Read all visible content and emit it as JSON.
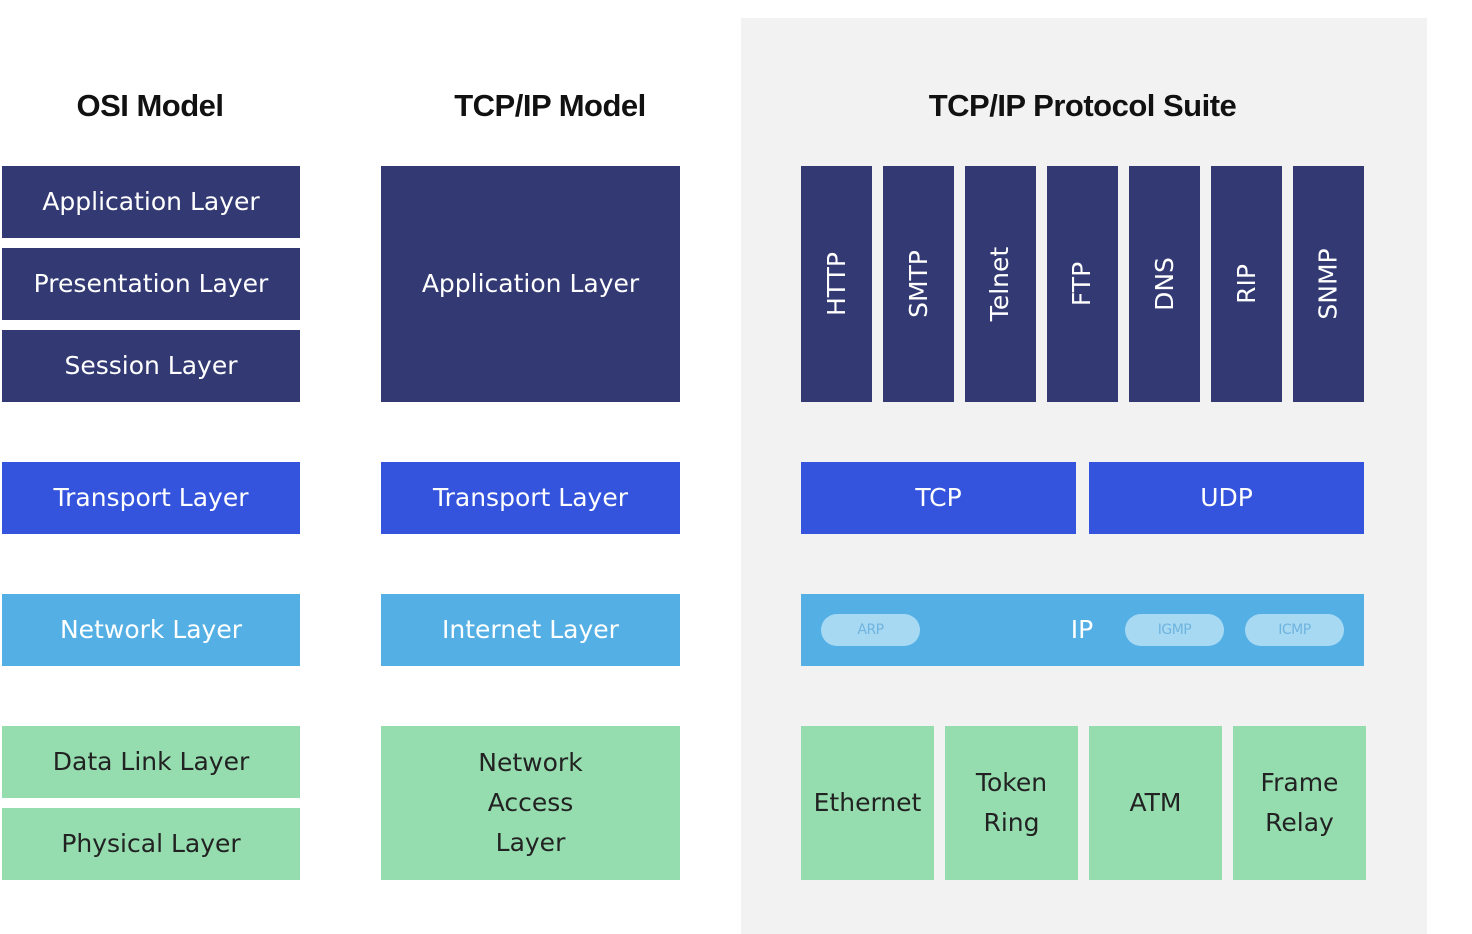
{
  "osi": {
    "title": "OSI Model",
    "application": "Application Layer",
    "presentation": "Presentation Layer",
    "session": "Session Layer",
    "transport": "Transport Layer",
    "network": "Network Layer",
    "datalink": "Data Link Layer",
    "physical": "Physical Layer"
  },
  "tcpip": {
    "title": "TCP/IP Model",
    "application": "Application Layer",
    "transport": "Transport Layer",
    "internet": "Internet Layer",
    "network_access": "Network Access Layer"
  },
  "suite": {
    "title": "TCP/IP Protocol Suite",
    "app_protocols": [
      "HTTP",
      "SMTP",
      "Telnet",
      "FTP",
      "DNS",
      "RIP",
      "SNMP"
    ],
    "tcp": "TCP",
    "udp": "UDP",
    "ip": "IP",
    "ip_pills": [
      "ARP",
      "IGMP",
      "ICMP"
    ],
    "link": [
      "Ethernet",
      "Token Ring",
      "ATM",
      "Frame Relay"
    ]
  },
  "colors": {
    "application": "#333a73",
    "transport": "#3454de",
    "network": "#54b0e4",
    "link": "#95ddaf",
    "suite_background": "#f2f2f3"
  }
}
